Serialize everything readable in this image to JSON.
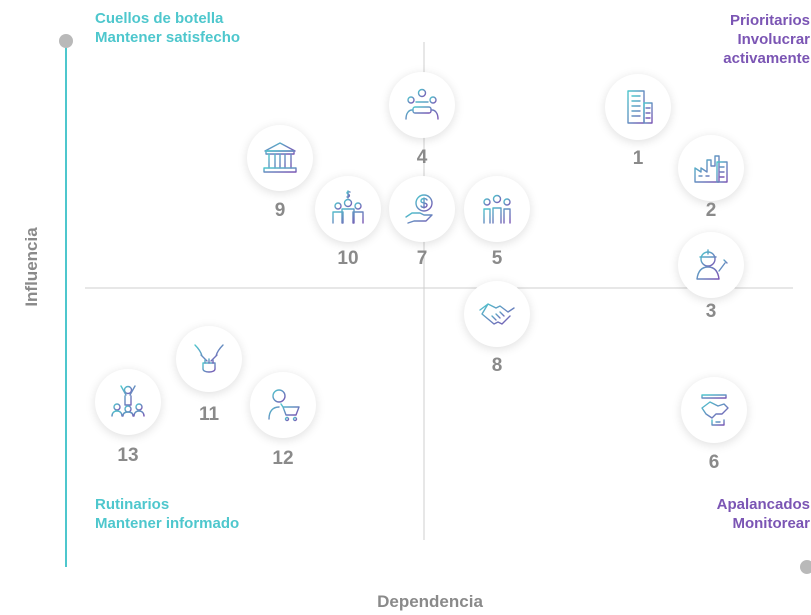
{
  "axes": {
    "y_title": "Influencia",
    "x_title": "Dependencia",
    "color_start": "#4ec7cd",
    "color_end": "#7b55b4"
  },
  "quadrants": {
    "top_left": {
      "line1": "Cuellos de botella",
      "line2": "Mantener satisfecho"
    },
    "top_right": {
      "line1": "Prioritarios",
      "line2": "Involucrar",
      "line3": "activamente"
    },
    "bottom_left": {
      "line1": "Rutinarios",
      "line2": "Mantener informado"
    },
    "bottom_right": {
      "line1": "Apalancados",
      "line2": "Monitorear"
    }
  },
  "stakeholders": [
    {
      "number": "1",
      "icon": "office-building-icon"
    },
    {
      "number": "2",
      "icon": "factory-icon"
    },
    {
      "number": "3",
      "icon": "engineer-icon"
    },
    {
      "number": "4",
      "icon": "meeting-table-icon"
    },
    {
      "number": "5",
      "icon": "team-group-icon"
    },
    {
      "number": "6",
      "icon": "hand-money-icon"
    },
    {
      "number": "7",
      "icon": "hand-coin-icon"
    },
    {
      "number": "8",
      "icon": "handshake-icon"
    },
    {
      "number": "9",
      "icon": "government-building-icon"
    },
    {
      "number": "10",
      "icon": "investors-icon"
    },
    {
      "number": "11",
      "icon": "helping-hands-icon"
    },
    {
      "number": "12",
      "icon": "shopper-cart-icon"
    },
    {
      "number": "13",
      "icon": "community-icon"
    }
  ]
}
